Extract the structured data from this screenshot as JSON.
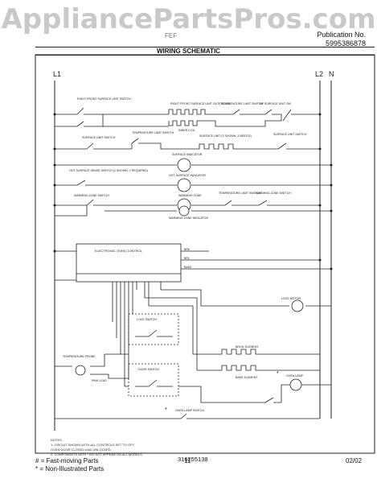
{
  "watermark": "AppliancePartsPros.com",
  "header": {
    "model": "FEF",
    "publication_label": "Publication No.",
    "publication_number": "5995386878",
    "title": "WIRING SCHEMATIC"
  },
  "lines": {
    "l1": "L1",
    "l2": "L2",
    "n": "N"
  },
  "labels": {
    "rf_switch": "RIGHT FRONT SURFACE UNIT SWITCH",
    "rf_element": "RIGHT FRONT SURFACE UNIT OUTER COIL",
    "inner_coil": "INNER COIL",
    "temp_limit": "TEMPERATURE LIMIT SWITCH",
    "rf_unit_sw": "RF SURFACE UNIT SW",
    "surface_unit_switch": "SURFACE UNIT SWITCH",
    "temp_limit2": "TEMPERATURE LIMIT SWITCH",
    "surface_unit": "SURFACE UNIT (3 SHOWN, 3 NEED'D)",
    "surface_unit_switch2": "SURFACE UNIT SWITCH",
    "surface_indicator": "SURFACE INDICATOR",
    "hot_surface_switch": "HOT SURFACE SENSE SWITCH (1 SHOWN, 2 REQUIRED)",
    "hot_surface_indicator": "HOT SURFACE INDICATOR",
    "warming_zone_switch": "WARMING ZONE SWITCH",
    "warming_zone": "WARMING ZONE",
    "temp_limit3": "TEMPERATURE LIMIT SWITCH",
    "warming_zone_switch2": "WARMING ZONE SWITCH",
    "warming_zone_indicator": "WARMING ZONE INDICATOR",
    "eoc": "ELECTRONIC OVEN CONTROL",
    "brk": "BRK",
    "brl": "BRL",
    "bake": "BAKE",
    "lock_motor": "LOCK MOTOR",
    "lock_switch": "LOCK SWITCH",
    "broil_element": "BROIL ELEMENT",
    "bake_element": "BAKE ELEMENT",
    "temp_probe": "TEMPERATURE PROBE",
    "pnk_lead": "PINK LEAD",
    "door_switch": "DOOR SWITCH",
    "oven_lamp": "OVEN LAMP",
    "oven_lamp_switch": "OVEN LAMP SWITCH",
    "star": "*"
  },
  "notes": {
    "heading": "NOTES:",
    "n1": "1.  CIRCUIT SHOWN WITH ALL CONTROLS SET TO OFF,",
    "n1b": "    OVEN DOOR CLOSED AND UNLOCKED.",
    "n2": "2.  COMPONENTS WITH  *  DO NOT APPEAR ON ALL MODELS."
  },
  "drawing_number": "316255138",
  "footer": {
    "fast_moving": "# = Fast-moving Parts",
    "non_illustrated": "* = Non-Illustrated Parts",
    "page": "11",
    "date": "02/02"
  }
}
